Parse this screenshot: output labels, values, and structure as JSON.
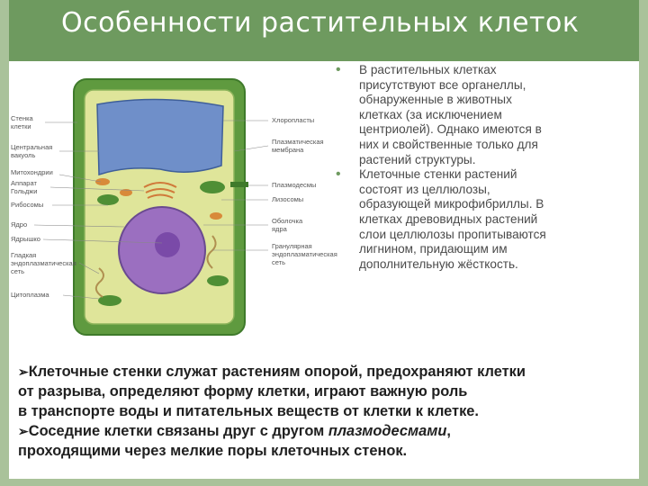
{
  "slide": {
    "title": "Особенности растительных клеток",
    "bullets": [
      "В растительных клетках\nприсутствуют все органеллы,\nобнаруженные в животных\nклетках (за исключением\nцентриолей). Однако имеются в\nних и свойственные только для\nрастений структуры.",
      "Клеточные стенки растений\nсостоят из целлюлозы,\nобразующей микрофибриллы. В\nклетках древовидных растений\nслои целлюлозы пропитываются\nлигнином, придающим им\nдополнительную жёсткость."
    ],
    "bottom": {
      "line1": "Клеточные стенки служат растениям опорой, предохраняют клетки",
      "line2": "от разрыва, определяют форму клетки, играют важную роль",
      "line3": "в транспорте  воды и питательных веществ от клетки к клетке.",
      "line4_pre": "Соседние клетки связаны друг с другом ",
      "line4_em": "плазмодесмами",
      "line4_post": ",",
      "line5": "проходящими через мелкие поры клеточных стенок."
    }
  },
  "diagram": {
    "labels_left": [
      "Стенка",
      "клетки",
      "Центральная",
      "вакуоль",
      "Митохондрии",
      "Аппарат",
      "Гольджи",
      "Рибосомы",
      "Ядро",
      "Ядрышко",
      "Гладкая",
      "эндоплазматическая",
      "сеть",
      "Цитоплазма"
    ],
    "labels_right": [
      "Хлоропласты",
      "Плазматическая",
      "мембрана",
      "Плазмодесмы",
      "Лизосомы",
      "Оболочка",
      "ядра",
      "Гранулярная",
      "эндоплазматическая",
      "сеть"
    ],
    "colors": {
      "wall": "#5f9a3f",
      "wall_dark": "#3f7a2b",
      "cytoplasm": "#dfe59a",
      "vacuole": "#6f8fc9",
      "nucleus": "#9b6fc0",
      "chloroplast": "#4f8f35",
      "mito": "#d88a3a"
    }
  }
}
